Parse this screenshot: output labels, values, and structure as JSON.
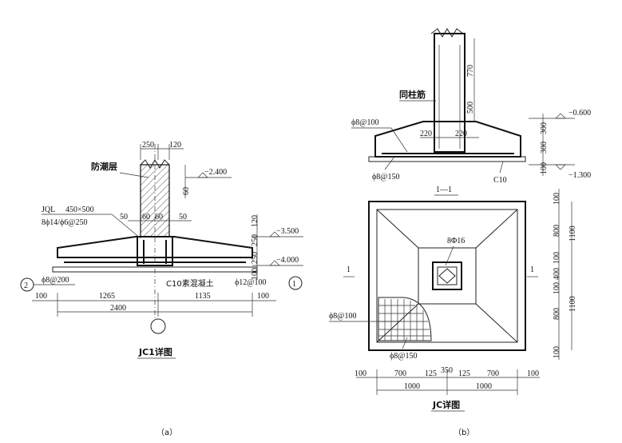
{
  "drawing_a": {
    "top_dims": [
      "250",
      "120"
    ],
    "moisture_layer": "防潮层",
    "elev_top": "−2.400",
    "dim_60": "60",
    "beam_label": "JQL",
    "beam_size": "450×500",
    "beam_rebar": "8ϕ14/ϕ6@250",
    "dims_50_60": [
      "50",
      "60",
      "60",
      "50"
    ],
    "elev_mid": "−3.500",
    "elev_bot": "−4.000",
    "right_dims": [
      "120",
      "250",
      "250",
      "100"
    ],
    "left_rebar": "ϕ8@200",
    "concrete": "C10素混凝土",
    "right_rebar": "ϕ12@100",
    "axis_2": "2",
    "axis_1": "1",
    "bottom_dims": [
      "100",
      "1265",
      "1135",
      "100"
    ],
    "total_dim": "2400",
    "title": "JC1详图",
    "caption": "（a）"
  },
  "drawing_b": {
    "dim_770": "770",
    "dim_500": "500",
    "same_col": "同柱筋",
    "elev_top": "−0.600",
    "right_dims": [
      "300",
      "300",
      "100"
    ],
    "rebar_top": "ϕ8@100",
    "dims_220": [
      "220",
      "220"
    ],
    "elev_bot": "−1.300",
    "rebar_bot": "ϕ8@150",
    "concrete": "C10",
    "section_label": "1—1",
    "sec_marks": [
      "1",
      "1"
    ],
    "col_rebar": "8Φ16",
    "plan_rebar_1": "ϕ8@100",
    "plan_rebar_2": "ϕ8@150",
    "plan_right_dims": [
      "100",
      "800",
      "100",
      "400",
      "100",
      "800",
      "100"
    ],
    "plan_right_totals": [
      "1100",
      "1100"
    ],
    "plan_bottom_dims": [
      "100",
      "700",
      "125",
      "350",
      "125",
      "700",
      "100"
    ],
    "plan_bottom_totals": [
      "1000",
      "1000"
    ],
    "title": "JC详图",
    "caption": "（b）"
  }
}
